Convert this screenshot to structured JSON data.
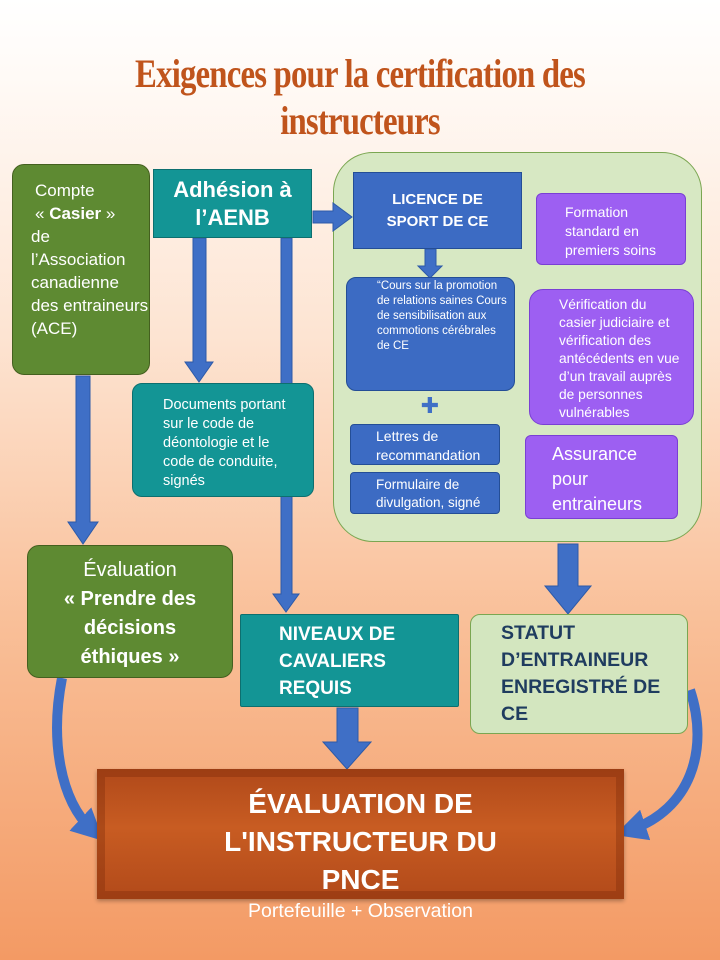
{
  "title": "Exigences pour la certification des instructeurs",
  "boxes": {
    "compte": {
      "line1": "Compte",
      "quote_open": "« ",
      "strong": "Casier",
      "quote_close": " »",
      "rest": "de l’Association canadienne des entraineurs (ACE)"
    },
    "adhesion": "Adhésion à l’AENB",
    "documents": "Documents portant sur le code de déontologie et le code de conduite, signés",
    "licence": "LICENCE DE SPORT DE CE",
    "formation": "Formation standard en premiers soins",
    "cours": "“Cours sur la promotion de relations saines Cours de sensibilisation aux commotions cérébrales de CE",
    "plus": "✚",
    "verification": "Vérification du casier judiciaire et vérification des antécédents en vue d’un travail auprès de personnes vulnérables",
    "lettres": "Lettres de recommandation",
    "formulaire": "Formulaire de divulgation, signé",
    "assurance": "Assurance pour entraineurs",
    "evaluation": {
      "line1": "Évaluation",
      "strong": "« Prendre des décisions éthiques »"
    },
    "niveaux": "NIVEAUX DE CAVALIERS REQUIS",
    "statut": "STATUT D’ENTRAINEUR ENREGISTRÉ DE CE"
  },
  "final": {
    "title": "ÉVALUATION DE L'INSTRUCTEUR DU PNCE",
    "subtitle": "Portefeuille + Observation"
  },
  "colors": {
    "title": "#c0541c",
    "green": "#5e8a32",
    "teal": "#139595",
    "blue": "#3c6bc3",
    "purple": "#9d5ff2",
    "light_green": "#d3e6bf",
    "arrow": "#3f6fc6",
    "final": "#b94f1d"
  }
}
